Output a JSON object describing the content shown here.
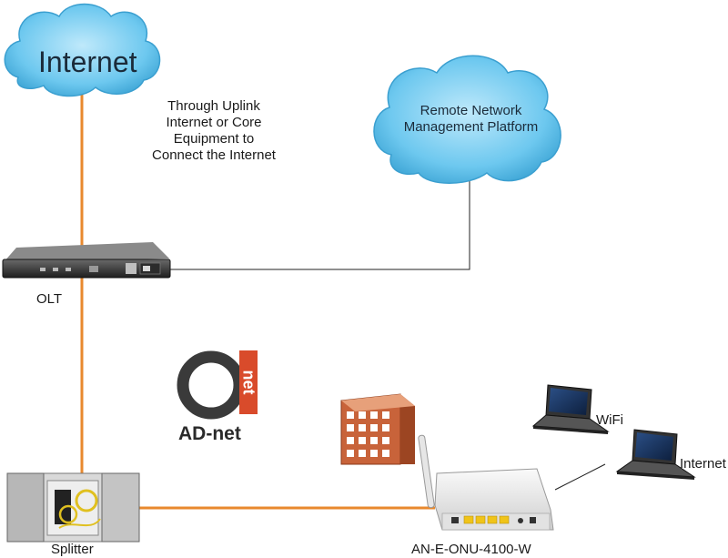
{
  "clouds": {
    "internet": "Internet",
    "remote_line1": "Remote Network",
    "remote_line2": "Management Platform"
  },
  "uplink_note": {
    "line1": "Through Uplink",
    "line2": "Internet or Core",
    "line3": "Equipment to",
    "line4": "Connect the Internet"
  },
  "devices": {
    "olt": "OLT",
    "splitter": "Splitter",
    "onu": "AN-E-ONU-4100-W",
    "wifi": "WiFi",
    "internet_laptop": "Internet"
  },
  "logo": {
    "mark": "net",
    "name": "AD-net"
  },
  "colors": {
    "fiber": "#e8892e",
    "ethernet": "#222222",
    "cloud": "#6dc8ef",
    "building": "#c8633a"
  }
}
